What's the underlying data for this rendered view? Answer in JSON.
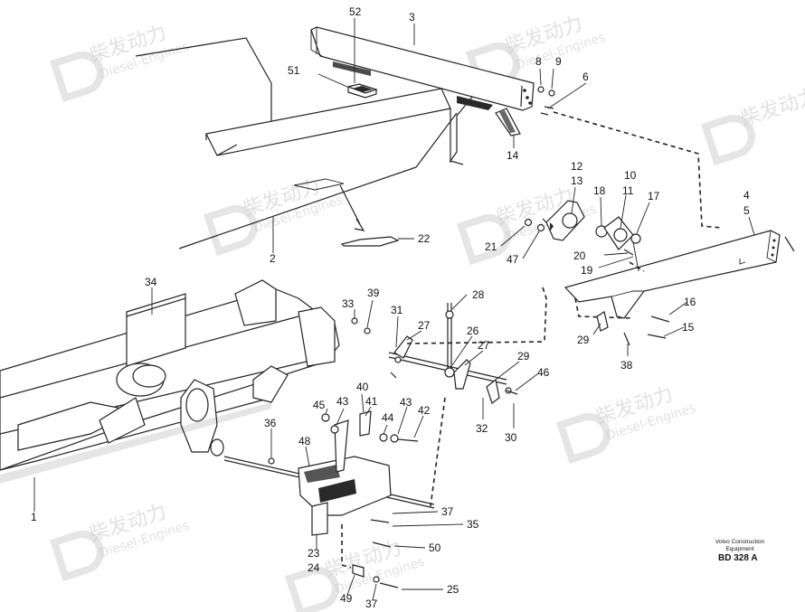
{
  "watermark": {
    "brand": "柴发动力",
    "subtitle": "Diesel-Engines",
    "color": "#c9c9c9"
  },
  "credit": {
    "line1": "Volvo Construction",
    "line2": "Equipment"
  },
  "doc_id": "BD 328 A",
  "callouts": [
    "1",
    "2",
    "3",
    "4",
    "5",
    "6",
    "8",
    "9",
    "10",
    "11",
    "12",
    "13",
    "14",
    "15",
    "16",
    "17",
    "18",
    "19",
    "20",
    "21",
    "22",
    "23",
    "24",
    "25",
    "26",
    "27",
    "28",
    "29",
    "30",
    "31",
    "32",
    "33",
    "34",
    "35",
    "36",
    "37",
    "38",
    "39",
    "40",
    "41",
    "42",
    "43",
    "44",
    "45",
    "46",
    "47",
    "48",
    "49",
    "50",
    "51",
    "52"
  ]
}
